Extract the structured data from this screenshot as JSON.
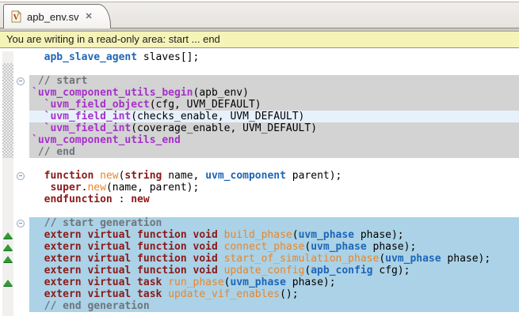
{
  "tab": {
    "title": "apb_env.sv",
    "close_glyph": "✕",
    "file_icon": "systemverilog-file-icon",
    "file_icon_letter": "V"
  },
  "warning": {
    "text": "You are writing in a read-only area: start ... end"
  },
  "palette": {
    "kw": "#8A1A1A",
    "mac": "#A432C8",
    "typ": "#1E66B8",
    "fn": "#E8862B",
    "cmt": "#6E757B",
    "bgGray": "#D3D3D3",
    "bgBlue": "#ABD2E6",
    "bgLine": "#E7F1FC",
    "warnBg": "#F5F3B8"
  },
  "icons": {
    "fold_collapsed_region": "collapse-minus-icon",
    "override_marker": "green-triangle-override-icon",
    "readonly_region_ruler": "hatched-readonly-strip"
  },
  "editor": {
    "lines": [
      {
        "tokens": [
          [
            "  ",
            "p"
          ],
          [
            "apb_slave_agent",
            "t"
          ],
          [
            " slaves[];",
            "p"
          ]
        ]
      },
      {
        "hatch": true,
        "tokens": []
      },
      {
        "bg": "gray",
        "hatch": true,
        "fold": true,
        "tokens": [
          [
            " // start",
            "c"
          ]
        ]
      },
      {
        "bg": "gray",
        "hatch": true,
        "tokens": [
          [
            "`uvm_component_utils_begin",
            "m"
          ],
          [
            "(apb_env)",
            "p"
          ]
        ]
      },
      {
        "bg": "gray",
        "hatch": true,
        "tokens": [
          [
            "  ",
            "p"
          ],
          [
            "`uvm_field_object",
            "m"
          ],
          [
            "(cfg, UVM_DEFAULT)",
            "p"
          ]
        ]
      },
      {
        "bg": "hl",
        "hatch": true,
        "tokens": [
          [
            "  ",
            "p"
          ],
          [
            "`uvm_field_int",
            "m"
          ],
          [
            "(checks_enable, UVM_DEFAULT)",
            "p"
          ]
        ]
      },
      {
        "bg": "gray",
        "hatch": true,
        "tokens": [
          [
            "  ",
            "p"
          ],
          [
            "`uvm_field_int",
            "m"
          ],
          [
            "(coverage_enable, UVM_DEFAULT)",
            "p"
          ]
        ]
      },
      {
        "bg": "gray",
        "hatch": true,
        "tokens": [
          [
            "`uvm_component_utils_end",
            "m"
          ]
        ]
      },
      {
        "bg": "gray",
        "hatch": true,
        "tokens": [
          [
            " // end",
            "c"
          ]
        ]
      },
      {
        "tokens": []
      },
      {
        "fold": true,
        "tokens": [
          [
            "  ",
            "p"
          ],
          [
            "function",
            "k"
          ],
          [
            " ",
            "p"
          ],
          [
            "new",
            "f"
          ],
          [
            "(",
            "p"
          ],
          [
            "string",
            "k"
          ],
          [
            " name, ",
            "p"
          ],
          [
            "uvm_component",
            "t"
          ],
          [
            " parent);",
            "p"
          ]
        ]
      },
      {
        "tokens": [
          [
            "   ",
            "p"
          ],
          [
            "super",
            "k"
          ],
          [
            ".",
            "p"
          ],
          [
            "new",
            "f"
          ],
          [
            "(name, parent);",
            "p"
          ]
        ]
      },
      {
        "tokens": [
          [
            "  ",
            "p"
          ],
          [
            "endfunction",
            "k"
          ],
          [
            " : ",
            "p"
          ],
          [
            "new",
            "k"
          ]
        ]
      },
      {
        "tokens": []
      },
      {
        "bg": "blue",
        "fold": true,
        "tokens": [
          [
            "  // start generation",
            "c"
          ]
        ]
      },
      {
        "bg": "blue",
        "mark": true,
        "tokens": [
          [
            "  ",
            "p"
          ],
          [
            "extern virtual function void",
            "k"
          ],
          [
            " ",
            "p"
          ],
          [
            "build_phase",
            "f"
          ],
          [
            "(",
            "p"
          ],
          [
            "uvm_phase",
            "t"
          ],
          [
            " phase);",
            "p"
          ]
        ]
      },
      {
        "bg": "blue",
        "mark": true,
        "tokens": [
          [
            "  ",
            "p"
          ],
          [
            "extern virtual function void",
            "k"
          ],
          [
            " ",
            "p"
          ],
          [
            "connect_phase",
            "f"
          ],
          [
            "(",
            "p"
          ],
          [
            "uvm_phase",
            "t"
          ],
          [
            " phase);",
            "p"
          ]
        ]
      },
      {
        "bg": "blue",
        "mark": true,
        "tokens": [
          [
            "  ",
            "p"
          ],
          [
            "extern virtual function void",
            "k"
          ],
          [
            " ",
            "p"
          ],
          [
            "start_of_simulation_phase",
            "f"
          ],
          [
            "(",
            "p"
          ],
          [
            "uvm_phase",
            "t"
          ],
          [
            " phase);",
            "p"
          ]
        ]
      },
      {
        "bg": "blue",
        "tokens": [
          [
            "  ",
            "p"
          ],
          [
            "extern virtual function void",
            "k"
          ],
          [
            " ",
            "p"
          ],
          [
            "update_config",
            "f"
          ],
          [
            "(",
            "p"
          ],
          [
            "apb_config",
            "t"
          ],
          [
            " cfg);",
            "p"
          ]
        ]
      },
      {
        "bg": "blue",
        "mark": true,
        "tokens": [
          [
            "  ",
            "p"
          ],
          [
            "extern virtual task",
            "k"
          ],
          [
            " ",
            "p"
          ],
          [
            "run_phase",
            "f"
          ],
          [
            "(",
            "p"
          ],
          [
            "uvm_phase",
            "t"
          ],
          [
            " phase);",
            "p"
          ]
        ]
      },
      {
        "bg": "blue",
        "tokens": [
          [
            "  ",
            "p"
          ],
          [
            "extern virtual task",
            "k"
          ],
          [
            " ",
            "p"
          ],
          [
            "update_vif_enables",
            "f"
          ],
          [
            "();",
            "p"
          ]
        ]
      },
      {
        "bg": "blue",
        "tokens": [
          [
            "  // end generation",
            "c"
          ]
        ]
      },
      {
        "tokens": []
      }
    ]
  }
}
